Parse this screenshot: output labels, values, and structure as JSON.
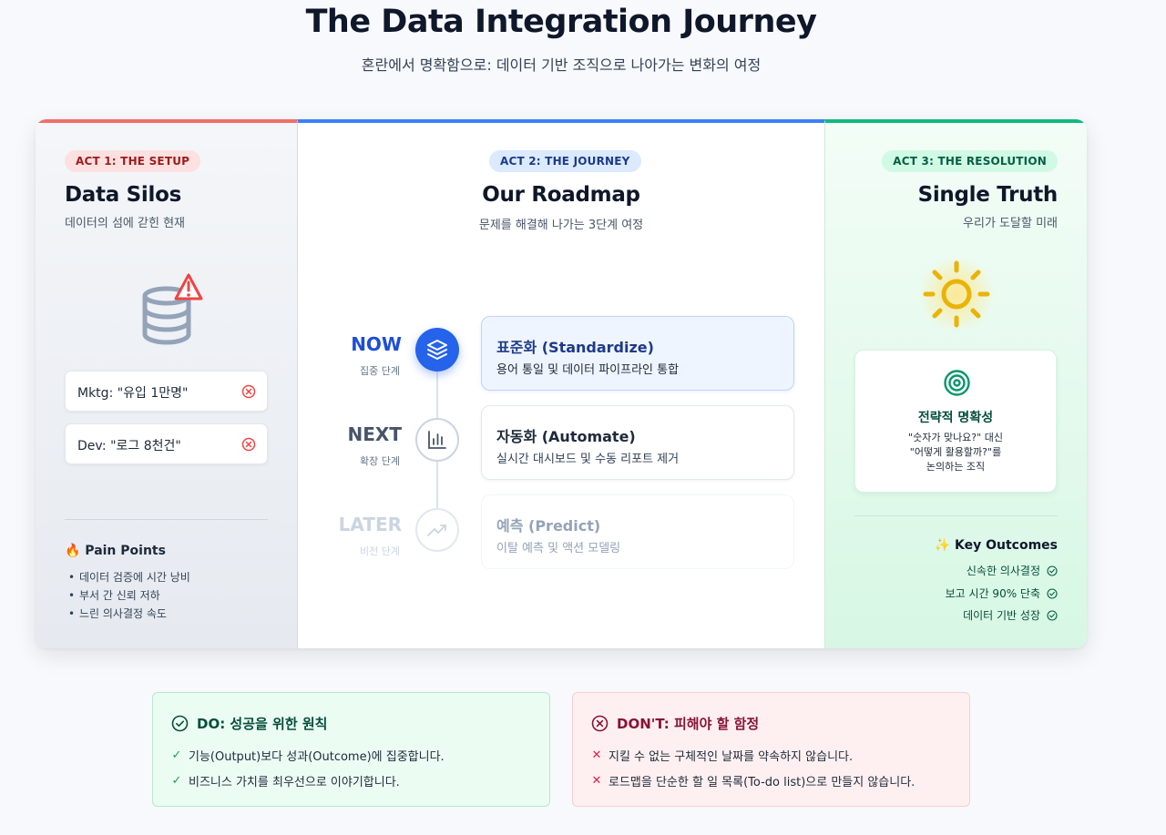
{
  "header": {
    "title": "The Data Integration Journey",
    "subtitle": "혼란에서 명확함으로: 데이터 기반 조직으로 나아가는 변화의 여정"
  },
  "act1": {
    "badge": "ACT 1: THE SETUP",
    "title": "Data Silos",
    "subtitle": "데이터의 섬에 갇힌 현재",
    "icon": "database-warning-icon",
    "messages": [
      "Mktg: \"유입 1만명\"",
      "Dev: \"로그 8천건\""
    ],
    "pain_points_title": "🔥 Pain Points",
    "pain_points": [
      "데이터 검증에 시간 낭비",
      "부서 간 신뢰 저하",
      "느린 의사결정 속도"
    ]
  },
  "act2": {
    "badge": "ACT 2: THE JOURNEY",
    "title": "Our Roadmap",
    "subtitle": "문제를 해결해 나가는 3단계 여정",
    "stages": [
      {
        "label": "NOW",
        "sub": "집중 단계",
        "icon": "layers-icon",
        "title": "표준화 (Standardize)",
        "desc": "용어 통일 및 데이터 파이프라인 통합"
      },
      {
        "label": "NEXT",
        "sub": "확장 단계",
        "icon": "bar-chart-icon",
        "title": "자동화 (Automate)",
        "desc": "실시간 대시보드 및 수동 리포트 제거"
      },
      {
        "label": "LATER",
        "sub": "비전 단계",
        "icon": "trending-up-icon",
        "title": "예측 (Predict)",
        "desc": "이탈 예측 및 액션 모델링"
      }
    ]
  },
  "act3": {
    "badge": "ACT 3: THE RESOLUTION",
    "title": "Single Truth",
    "subtitle": "우리가 도달할 미래",
    "icon": "sun-icon",
    "card": {
      "icon": "target-icon",
      "title": "전략적 명확성",
      "lines": [
        "\"숫자가 맞나요?\" 대신",
        "\"어떻게 활용할까?\"를",
        "논의하는 조직"
      ]
    },
    "outcomes_title": "✨ Key Outcomes",
    "outcomes": [
      "신속한 의사결정",
      "보고 시간 90% 단축",
      "데이터 기반 성장"
    ]
  },
  "do": {
    "title": "DO: 성공을 위한 원칙",
    "items": [
      "기능(Output)보다 성과(Outcome)에 집중합니다.",
      "비즈니스 가치를 최우선으로 이야기합니다."
    ]
  },
  "dont": {
    "title": "DON'T: 피해야 할 함정",
    "items": [
      "지킬 수 없는 구체적인 날짜를 약속하지 않습니다.",
      "로드맵을 단순한 할 일 목록(To-do list)으로 만들지 않습니다."
    ]
  },
  "colors": {
    "act1_accent": "#ef6f6c",
    "act2_accent": "#3b82f6",
    "act3_accent": "#10b981",
    "now_blue": "#2563eb",
    "danger": "#e11d48",
    "success": "#15803d"
  }
}
